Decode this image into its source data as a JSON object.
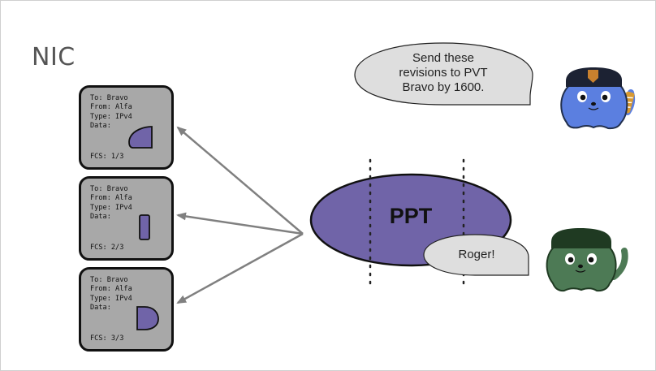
{
  "slide": {
    "title": "NIC"
  },
  "frames": [
    {
      "lines": [
        "To: Bravo",
        "From: Alfa",
        "Type: IPv4",
        "Data:"
      ],
      "fcs": "FCS: 1/3",
      "piece": "half-moon-piece"
    },
    {
      "lines": [
        "To: Bravo",
        "From: Alfa",
        "Type: IPv4",
        "Data:"
      ],
      "fcs": "FCS: 2/3",
      "piece": "rectangle-piece"
    },
    {
      "lines": [
        "To: Bravo",
        "From: Alfa",
        "Type: IPv4",
        "Data:"
      ],
      "fcs": "FCS: 3/3",
      "piece": "d-shape-piece"
    }
  ],
  "ppt": {
    "label": "PPT",
    "fill": "#7064a8"
  },
  "speech": {
    "commander": [
      "Send these",
      "revisions to PVT",
      "Bravo by 1600."
    ],
    "reply": "Roger!"
  },
  "characters": {
    "commander": {
      "name": "blue-commander",
      "body_color": "#5b7fe0",
      "hat_color": "#1c2233"
    },
    "soldier": {
      "name": "green-soldier",
      "body_color": "#4d7a55",
      "hat_color": "#1f3a22"
    }
  },
  "colors": {
    "frame_fill": "#a8a8a8",
    "arrow": "#808080",
    "bubble_fill": "#dedede"
  }
}
